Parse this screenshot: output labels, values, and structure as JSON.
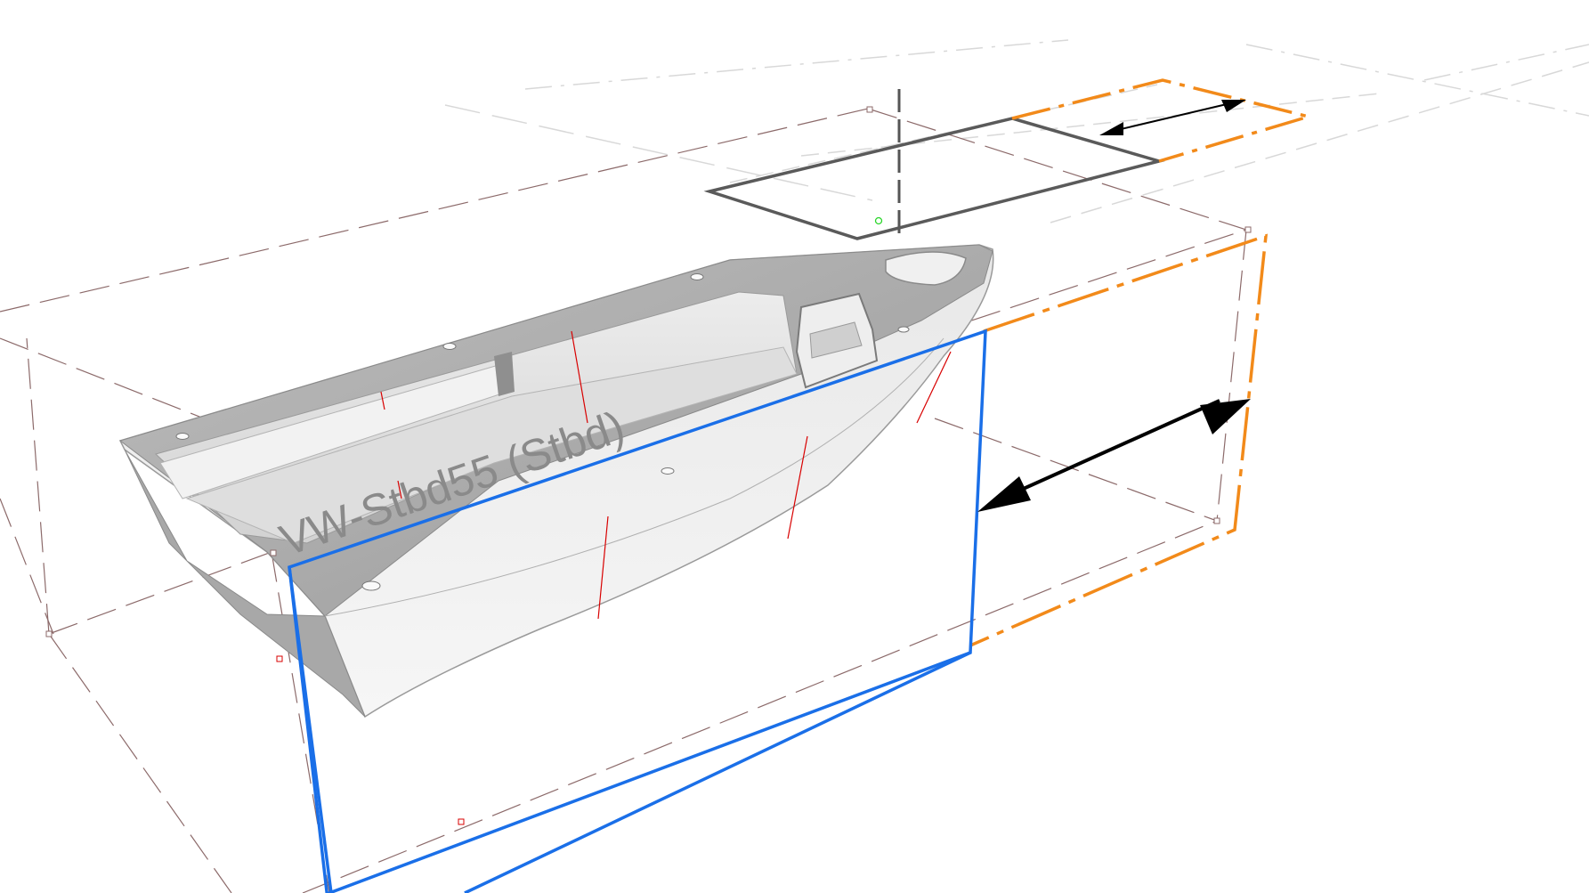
{
  "viewport": {
    "section_plane_label": "VW-Stbd55 (Stbd)"
  },
  "colors": {
    "background": "#ffffff",
    "section_plane": "#1a6fe8",
    "section_move_plane": "#f28a1a",
    "dimension_arrow": "#000000",
    "grid_dash": "#8c6a6a",
    "grid_light": "#d4d4d4",
    "hull": "#c8c8c8",
    "hull_dark": "#8f8f8f",
    "station_line": "#d80000",
    "gizmo_outline": "#5a5a5a"
  },
  "icons": {
    "move_arrow": "double-headed-arrow",
    "plane_handle": "square-handle"
  }
}
